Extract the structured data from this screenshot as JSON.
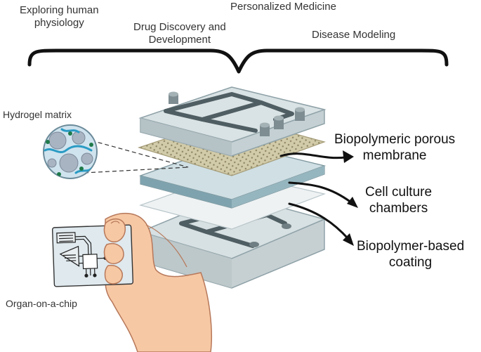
{
  "top_labels": {
    "exploring_line1": "Exploring human",
    "exploring_line2": "physiology",
    "personalized": "Personalized Medicine",
    "drug_line1": "Drug Discovery and",
    "drug_line2": "Development",
    "disease": "Disease Modeling"
  },
  "left_labels": {
    "hydrogel": "Hydrogel matrix",
    "organ_chip": "Organ-on-a-chip"
  },
  "right_labels": {
    "membrane_line1": "Biopolymeric porous",
    "membrane_line2": "membrane",
    "chambers_line1": "Cell culture",
    "chambers_line2": "chambers",
    "coating_line1": "Biopolymer-based",
    "coating_line2": "coating"
  },
  "colors": {
    "glass": "#cfd9dc",
    "glass_edge": "#8fa2a8",
    "channel": "#4f5e63",
    "membrane": "#c9c1a1",
    "chamber": "#a9c6cf",
    "skin": "#f7c8a4",
    "skin_edge": "#b7785a"
  }
}
